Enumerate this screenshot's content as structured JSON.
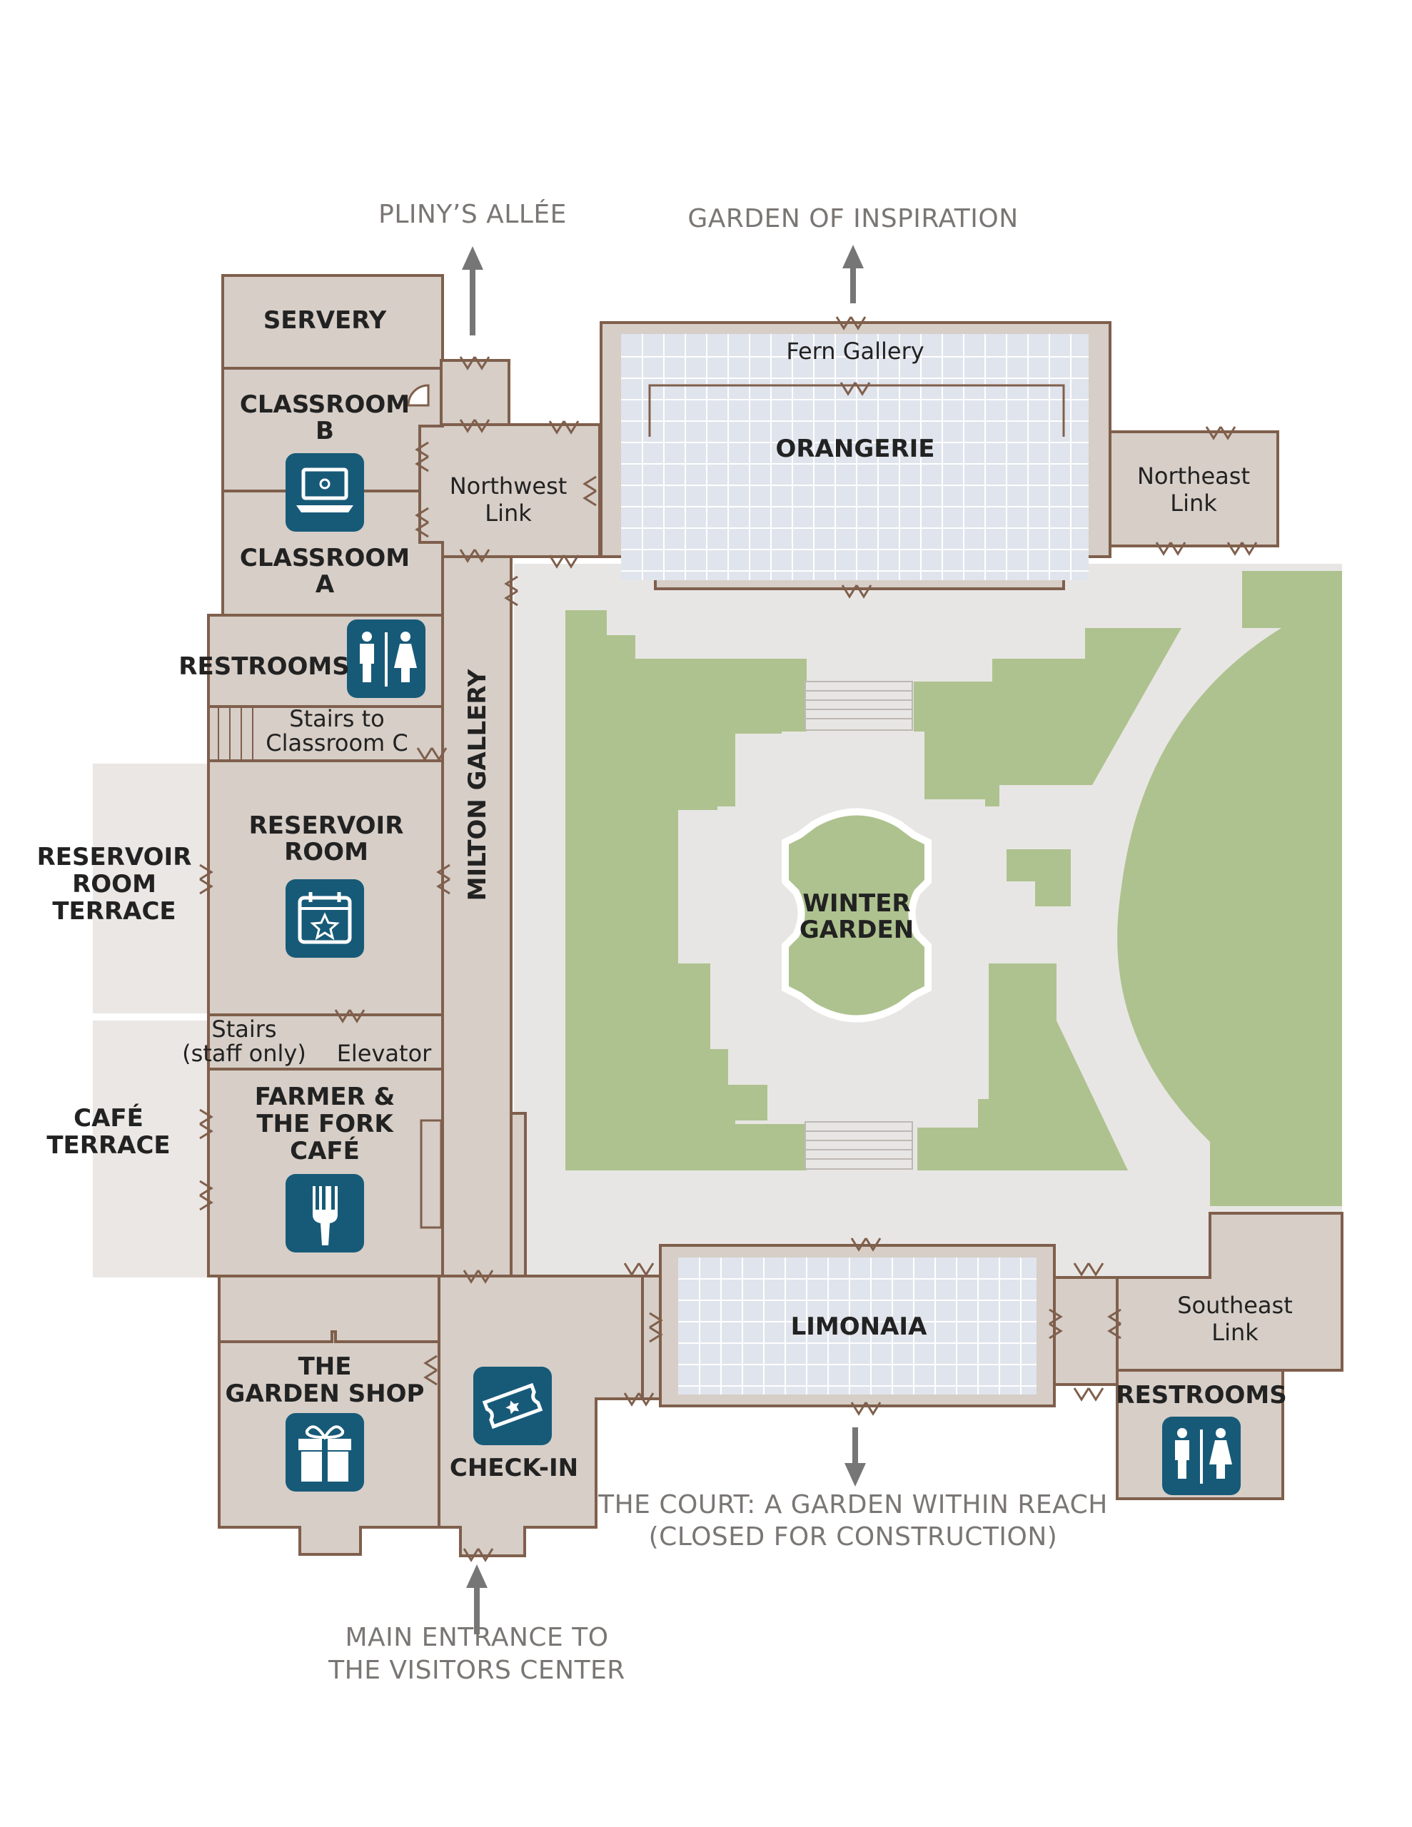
{
  "destinations": {
    "north_west": "PLINY’S ALLÉE",
    "north": "GARDEN OF INSPIRATION",
    "south_line1": "THE COURT: A GARDEN WITHIN REACH",
    "south_line2": "(CLOSED FOR CONSTRUCTION)",
    "entrance_line1": "MAIN ENTRANCE  TO",
    "entrance_line2": "THE VISITORS CENTER"
  },
  "rooms": {
    "servery": "SERVERY",
    "classroom_b_1": "CLASSROOM",
    "classroom_b_2": "B",
    "classroom_a_1": "CLASSROOM",
    "classroom_a_2": "A",
    "restrooms_west": "RESTROOMS",
    "stairs_c_1": "Stairs to",
    "stairs_c_2": "Classroom C",
    "reservoir_room_1": "RESERVOIR",
    "reservoir_room_2": "ROOM",
    "reservoir_terrace_1": "RESERVOIR",
    "reservoir_terrace_2": "ROOM",
    "reservoir_terrace_3": "TERRACE",
    "stairs_staff_1": "Stairs",
    "stairs_staff_2": "(staff only)",
    "elevator": "Elevator",
    "cafe_1": "FARMER &",
    "cafe_2": "THE FORK",
    "cafe_3": "CAFÉ",
    "cafe_terrace_1": "CAFÉ",
    "cafe_terrace_2": "TERRACE",
    "garden_shop_1": "THE",
    "garden_shop_2": "GARDEN SHOP",
    "check_in": "CHECK-IN",
    "milton_gallery": "MILTON GALLERY",
    "northwest_link_1": "Northwest",
    "northwest_link_2": "Link",
    "fern_gallery": "Fern Gallery",
    "orangerie": "ORANGERIE",
    "northeast_link_1": "Northeast",
    "northeast_link_2": "Link",
    "winter_garden_1": "WINTER",
    "winter_garden_2": "GARDEN",
    "limonaia": "LIMONAIA",
    "southeast_link_1": "Southeast",
    "southeast_link_2": "Link",
    "restrooms_east": "RESTROOMS"
  },
  "icons": [
    "computer-icon",
    "restroom-icon",
    "calendar-event-icon",
    "dining-fork-icon",
    "gift-icon",
    "ticket-icon"
  ],
  "colors": {
    "building_fill": "#d6cec7",
    "wall_stroke": "#7f5f4c",
    "lawn": "#aec28f",
    "paths": "#e8e6e4",
    "glass": "#e0e4ec",
    "icon_tile": "#175a78",
    "label_gray": "#7a7674"
  }
}
